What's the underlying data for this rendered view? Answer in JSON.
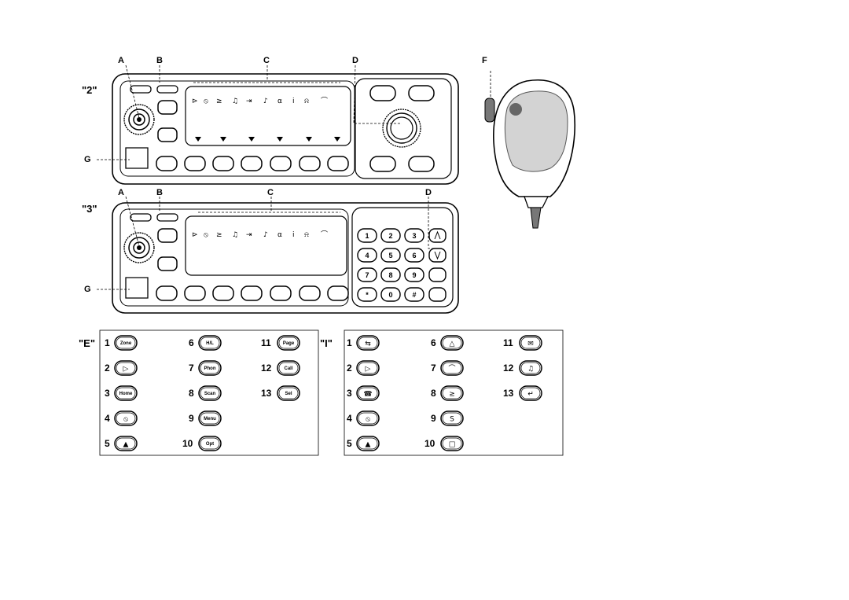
{
  "callouts": {
    "top": {
      "a": "A",
      "b": "B",
      "c": "C",
      "d": "D",
      "f": "F",
      "g": "G",
      "model": "\"2\""
    },
    "bottom": {
      "a": "A",
      "b": "B",
      "c": "C",
      "d": "D",
      "g": "G",
      "model": "\"3\""
    }
  },
  "display_icons": [
    "⊳",
    "⦸",
    "≥",
    "♫",
    "⇥",
    "♪",
    "⍺",
    "ⅰ",
    "⍾",
    "⌒"
  ],
  "keypad": [
    "1",
    "2",
    "3",
    "4",
    "5",
    "6",
    "7",
    "8",
    "9",
    "*",
    "0",
    "#"
  ],
  "legend_e": {
    "title": "\"E\"",
    "items": [
      {
        "n": "1",
        "t": "Zone"
      },
      {
        "n": "2",
        "t": "▷"
      },
      {
        "n": "3",
        "t": "Home"
      },
      {
        "n": "4",
        "t": "⦸"
      },
      {
        "n": "5",
        "t": "▲"
      },
      {
        "n": "6",
        "t": "H/L"
      },
      {
        "n": "7",
        "t": "Phon"
      },
      {
        "n": "8",
        "t": "Scan"
      },
      {
        "n": "9",
        "t": "Menu"
      },
      {
        "n": "10",
        "t": "Opt"
      },
      {
        "n": "11",
        "t": "Page"
      },
      {
        "n": "12",
        "t": "Call"
      },
      {
        "n": "13",
        "t": "Sel"
      }
    ]
  },
  "legend_i": {
    "title": "\"I\"",
    "items": [
      {
        "n": "1",
        "t": "⇆"
      },
      {
        "n": "2",
        "t": "▷"
      },
      {
        "n": "3",
        "t": "☎"
      },
      {
        "n": "4",
        "t": "⦸"
      },
      {
        "n": "5",
        "t": "▲"
      },
      {
        "n": "6",
        "t": "△"
      },
      {
        "n": "7",
        "t": "⌒"
      },
      {
        "n": "8",
        "t": "≥"
      },
      {
        "n": "9",
        "t": "S"
      },
      {
        "n": "10",
        "t": "□"
      },
      {
        "n": "11",
        "t": "✉"
      },
      {
        "n": "12",
        "t": "♫"
      },
      {
        "n": "13",
        "t": "↵"
      }
    ]
  }
}
